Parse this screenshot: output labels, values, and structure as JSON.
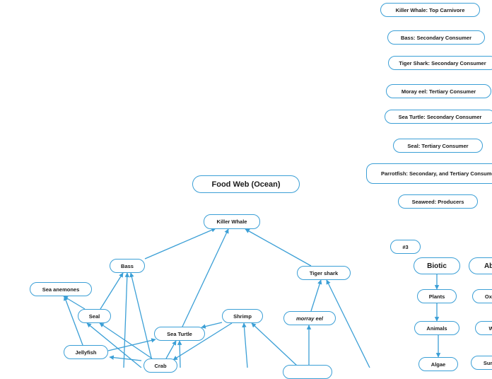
{
  "title": "Food Web (Ocean)",
  "colors": {
    "link": "#3b9fd6",
    "border": "#3b9fd6",
    "text": "#1a1a1a"
  },
  "web": {
    "killer_whale": "Killer Whale",
    "bass": "Bass",
    "tiger_shark": "Tiger shark",
    "sea_anemones": "Sea anemones",
    "seal": "Seal",
    "shrimp": "Shrimp",
    "sea_turtle": "Sea Turtle",
    "morray_eel": "morray eel",
    "jellyfish": "Jellyfish",
    "crab": "Crab"
  },
  "roles": [
    "Killer Whale: Top Carnivore",
    "Bass: Secondary Consumer",
    "Tiger Shark: Secondary Consumer",
    "Moray eel: Tertiary Consumer",
    "Sea Turtle: Secondary Consumer",
    "Seal: Tertiary Consumer",
    "Parrotfish: Secondary, and Tertiary Consumer",
    "Seaweed: Producers"
  ],
  "section3": {
    "label": "#3",
    "biotic": {
      "title": "Biotic",
      "items": [
        "Plants",
        "Animals",
        "Algae"
      ]
    },
    "abiotic": {
      "title": "Abi",
      "items": [
        "Oxy",
        "Wa",
        "Sun"
      ]
    }
  }
}
